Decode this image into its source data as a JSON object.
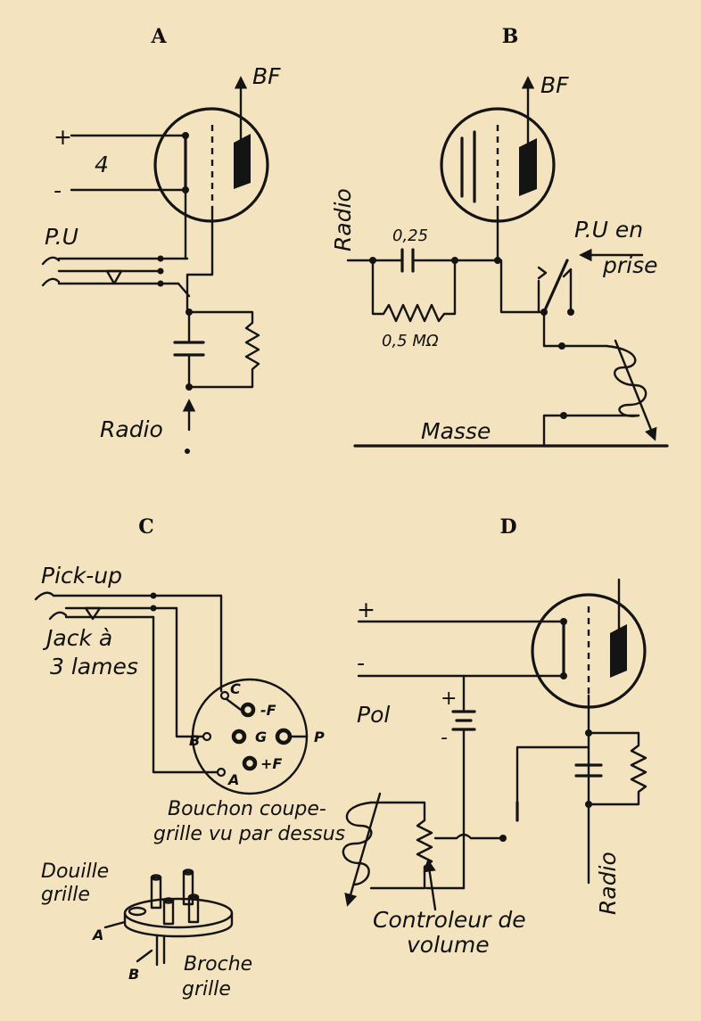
{
  "panels": {
    "A": {
      "header": "A",
      "output": "BF",
      "plus": "+",
      "minus": "-",
      "value": "4",
      "pickup": "P.U",
      "input": "Radio"
    },
    "B": {
      "header": "B",
      "output": "BF",
      "input": "Radio",
      "capacitor": "0,25",
      "resistor": "0,5 MΩ",
      "pickup_line1": "P.U en",
      "pickup_line2": "prise",
      "ground": "Masse"
    },
    "C": {
      "header": "C",
      "pickup": "Pick-up",
      "jack_line1": "Jack à",
      "jack_line2": "3 lames",
      "pin_c": "C",
      "pin_b": "B",
      "pin_a": "A",
      "pin_g": "G",
      "pin_p": "P",
      "pin_minus_f": "-F",
      "pin_plus_f": "+F",
      "socket_line1": "Bouchon coupe-",
      "socket_line2": "grille vu par dessus",
      "douille_line1": "Douille",
      "douille_line2": "grille",
      "label_a": "A",
      "label_b": "B",
      "broche_line1": "Broche",
      "broche_line2": "grille"
    },
    "D": {
      "header": "D",
      "plus": "+",
      "minus": "-",
      "pol": "Pol",
      "bat_plus": "+",
      "bat_minus": "-",
      "input": "Radio",
      "volume_line1": "Controleur de",
      "volume_line2": "volume"
    }
  }
}
